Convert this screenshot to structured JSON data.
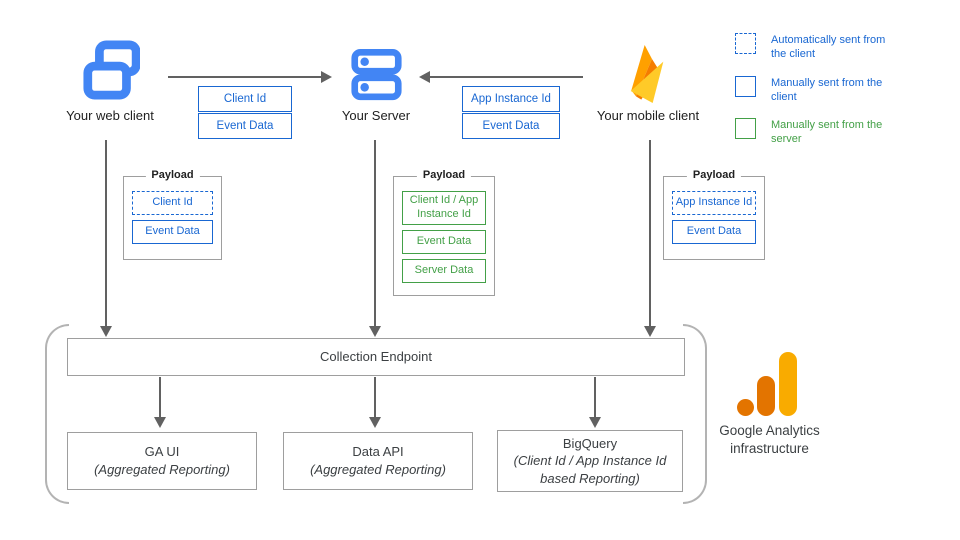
{
  "nodes": {
    "web": "Your web client",
    "server": "Your Server",
    "mobile": "Your mobile client"
  },
  "flow_labels": {
    "web_to_server": [
      "Client Id",
      "Event Data"
    ],
    "mobile_to_server": [
      "App Instance Id",
      "Event Data"
    ]
  },
  "legend": {
    "items": [
      {
        "label": "Automatically sent from the client",
        "style": "dashed-blue"
      },
      {
        "label": "Manually sent from the client",
        "style": "solid-blue"
      },
      {
        "label": "Manually sent from the server",
        "style": "solid-green"
      }
    ]
  },
  "payloads": {
    "web": {
      "title": "Payload",
      "items": [
        "Client Id",
        "Event Data"
      ]
    },
    "server": {
      "title": "Payload",
      "items": [
        "Client Id / App Instance Id",
        "Event Data",
        "Server Data"
      ]
    },
    "mobile": {
      "title": "Payload",
      "items": [
        "App Instance Id",
        "Event Data"
      ]
    }
  },
  "infrastructure": {
    "endpoint": "Collection Endpoint",
    "outputs": [
      {
        "title": "GA UI",
        "subtitle": "(Aggregated Reporting)"
      },
      {
        "title": "Data API",
        "subtitle": "(Aggregated Reporting)"
      },
      {
        "title": "BigQuery",
        "subtitle": "(Client Id / App Instance Id based Reporting)"
      }
    ],
    "brand": {
      "name": "Google Analytics",
      "caption": "infrastructure"
    }
  },
  "colors": {
    "icon_blue": "#4285F4",
    "chip_blue": "#1967D2",
    "chip_green": "#43A047",
    "firebase_yellow": "#FFCA28",
    "firebase_amber": "#FFA000",
    "firebase_orange": "#F57C00",
    "ga_orange": "#E37400",
    "ga_amber": "#F9AB00",
    "arrow_gray": "#616161",
    "border_gray": "#9E9E9E"
  }
}
